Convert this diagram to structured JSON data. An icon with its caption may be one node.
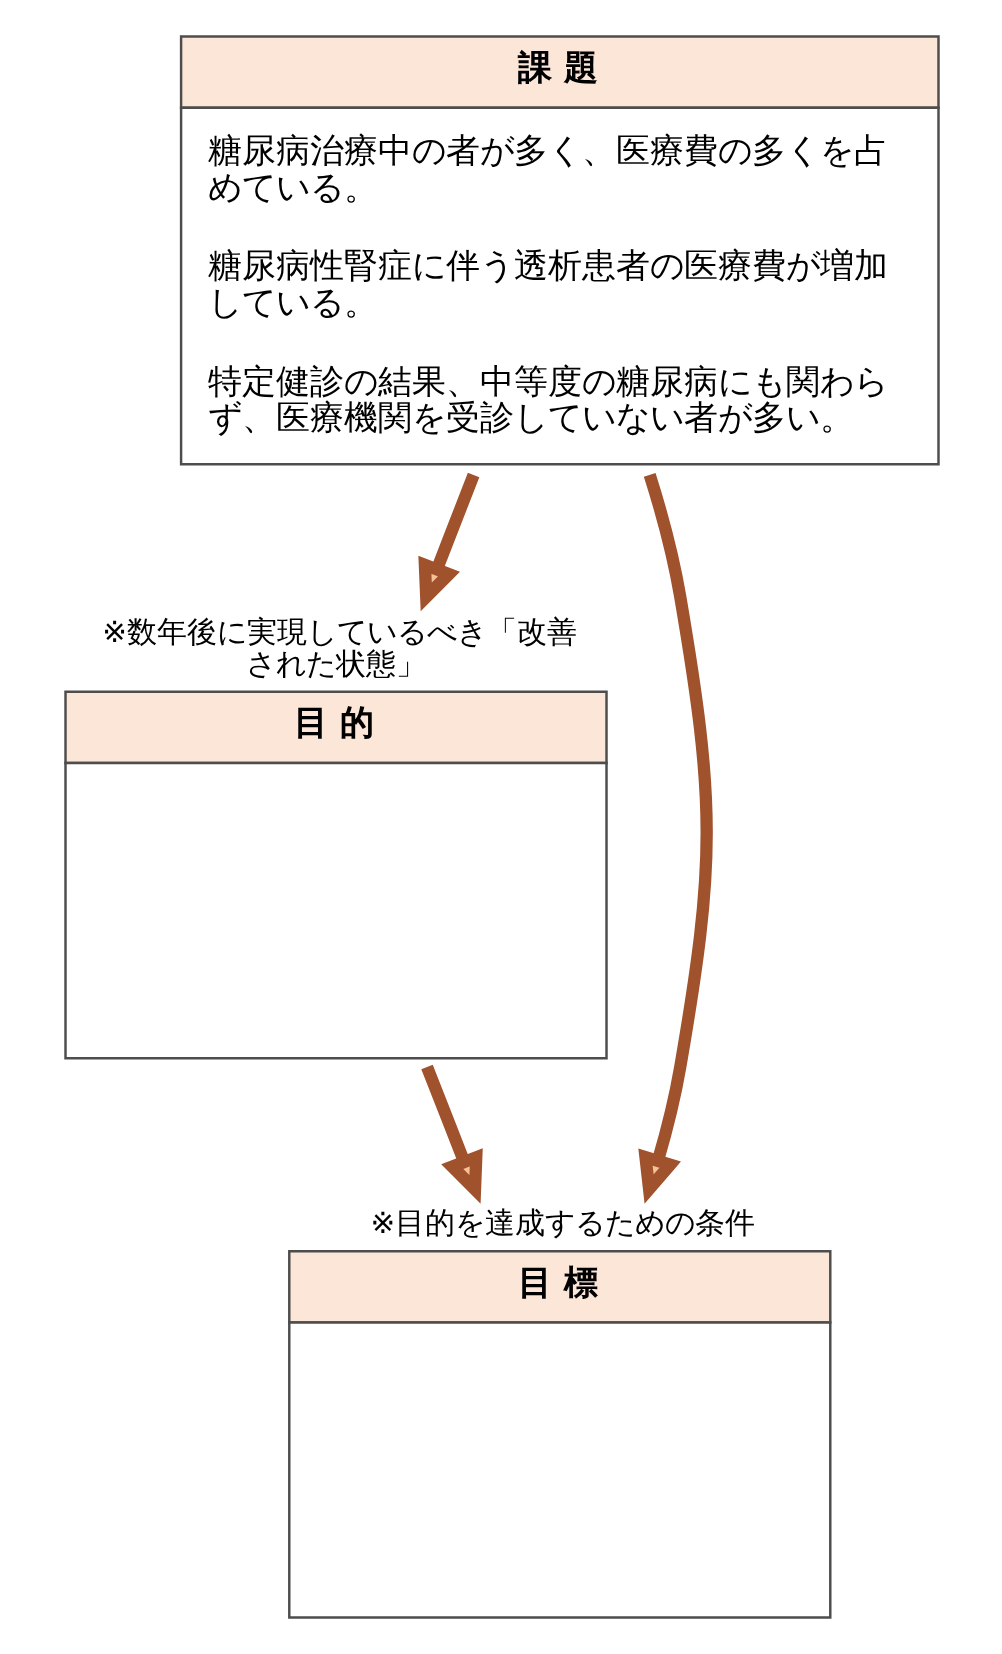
{
  "diagram": {
    "nodes": [
      {
        "text": [
          "課 題",
          "糖尿病治療中の者が多く、医療費の多くを占めている。",
          "糖尿病性腎症に伴う透析患者の医療費が増加している。",
          "特定健診の結果、中等度の糖尿病にも関わらず、医療機関を受診していない者が多い。"
        ]
      },
      {
        "text": [
          "目 的"
        ],
        "beside": [
          "※数年後に実現しているべき「改善された状態」"
        ]
      },
      {
        "text": [
          "目 標"
        ],
        "beside": [
          "※目的を達成するための条件"
        ]
      }
    ],
    "edges": [
      {
        "from": 0,
        "to": 1,
        "arrow": "to"
      },
      {
        "from": 1,
        "to": 2,
        "arrow": "to"
      },
      {
        "from": 0,
        "to": 2,
        "arrow": "to"
      }
    ]
  }
}
